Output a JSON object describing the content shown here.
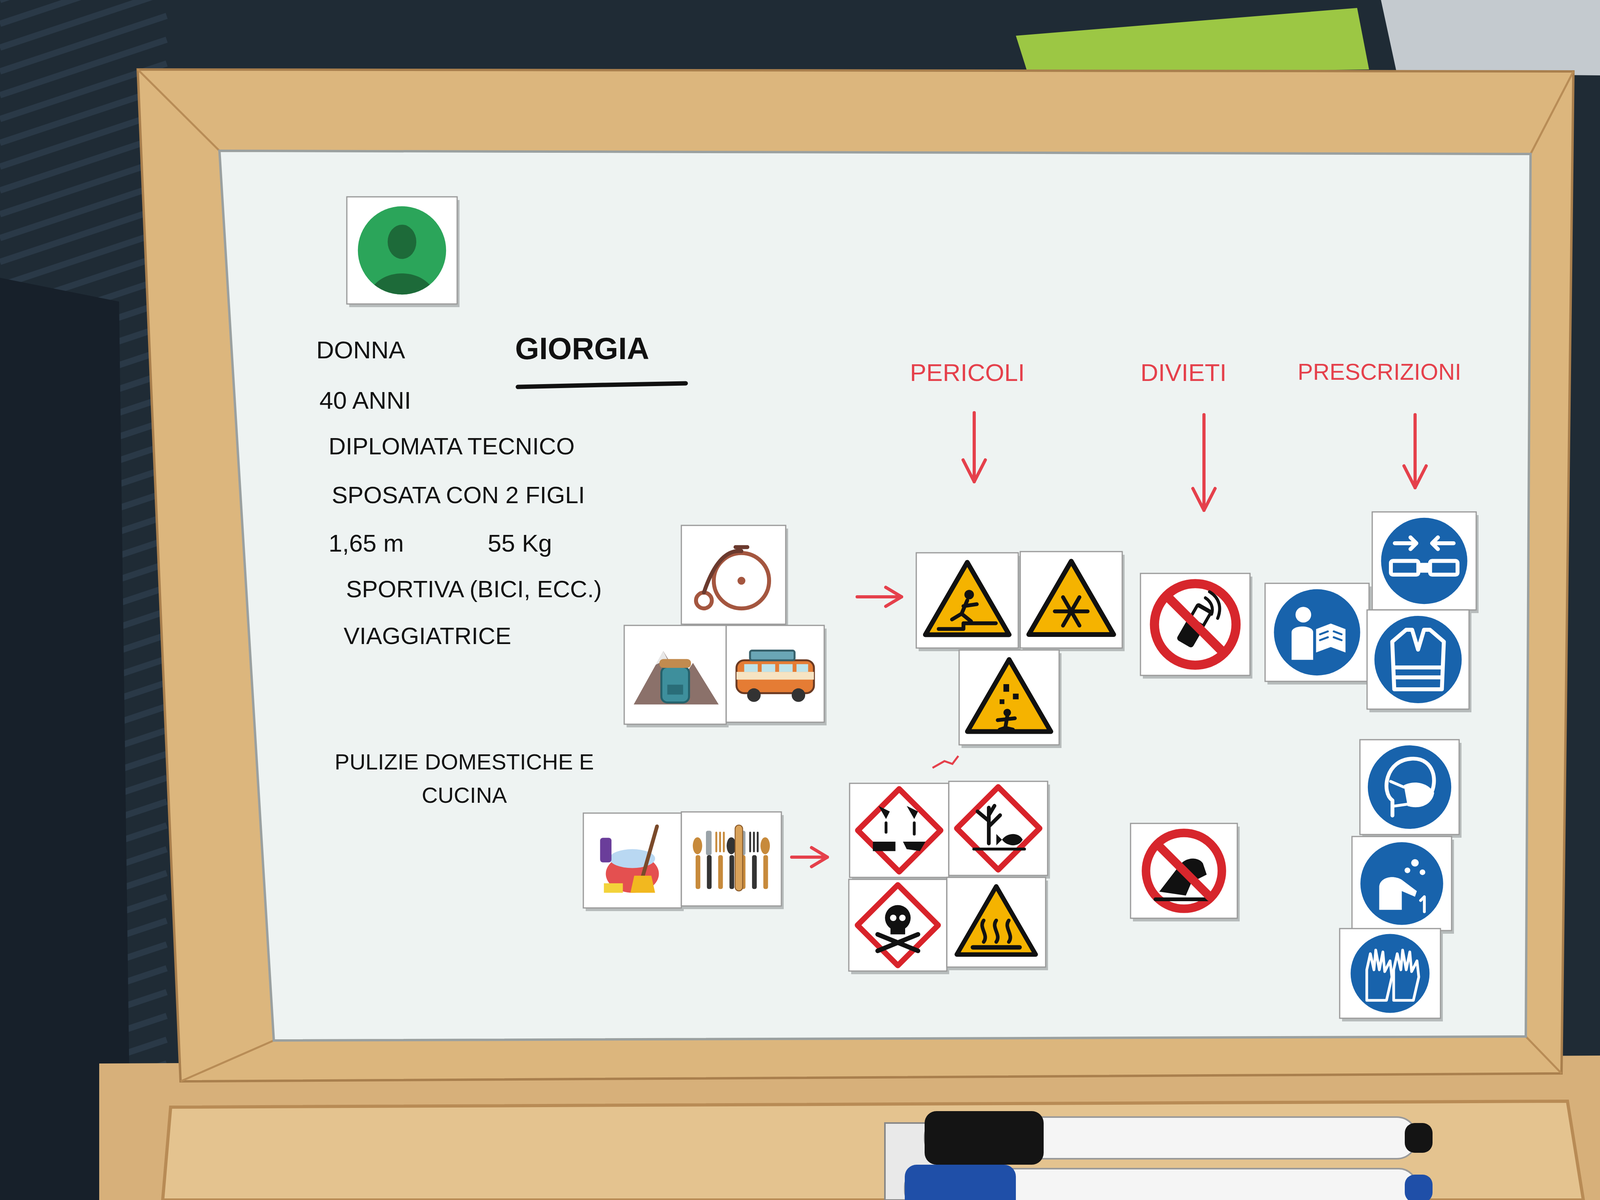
{
  "diagram": {
    "labels": [
      "DONNA",
      "GIORGIA",
      "40 ANNI",
      "DIPLOMATA TECNICO",
      "SPOSATA CON 2 FIGLI",
      "1,65 m",
      "55 Kg",
      "SPORTIVA (BICI, ECC.)",
      "VIAGGIATRICE",
      "PULIZIE DOMESTICHE E CUCINA",
      "PERICOLI",
      "DIVIETI",
      "PRESCRIZIONI"
    ]
  }
}
